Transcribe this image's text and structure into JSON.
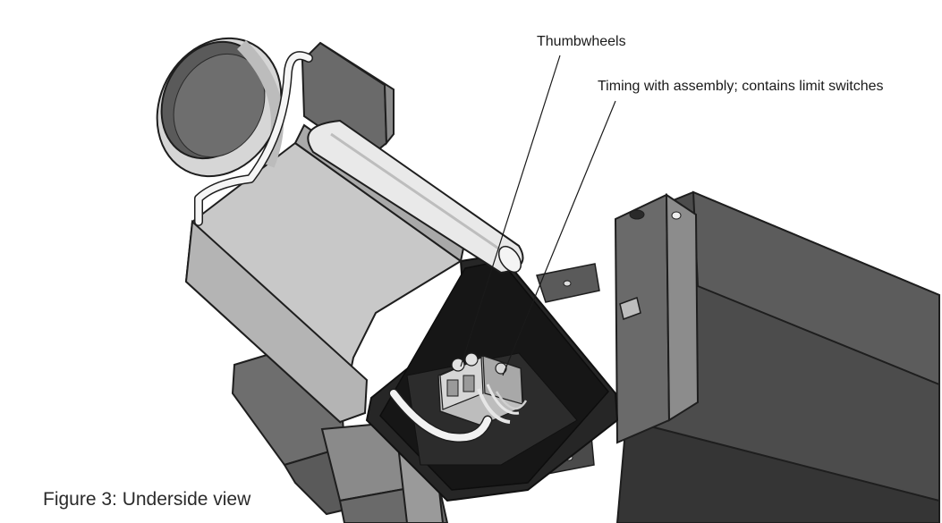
{
  "figure": {
    "caption": "Figure 3: Underside view",
    "callouts": [
      {
        "id": "thumbwheels",
        "label": "Thumbwheels"
      },
      {
        "id": "timing",
        "label": "Timing with assembly; contains limit switches"
      }
    ],
    "palette": {
      "outline": "#1e1e1e",
      "light_grey": "#cfcfcf",
      "mid_grey": "#8a8a8a",
      "dark_grey": "#4a4a4a",
      "black": "#1c1c1c",
      "tube": "#e6e6e6"
    }
  }
}
